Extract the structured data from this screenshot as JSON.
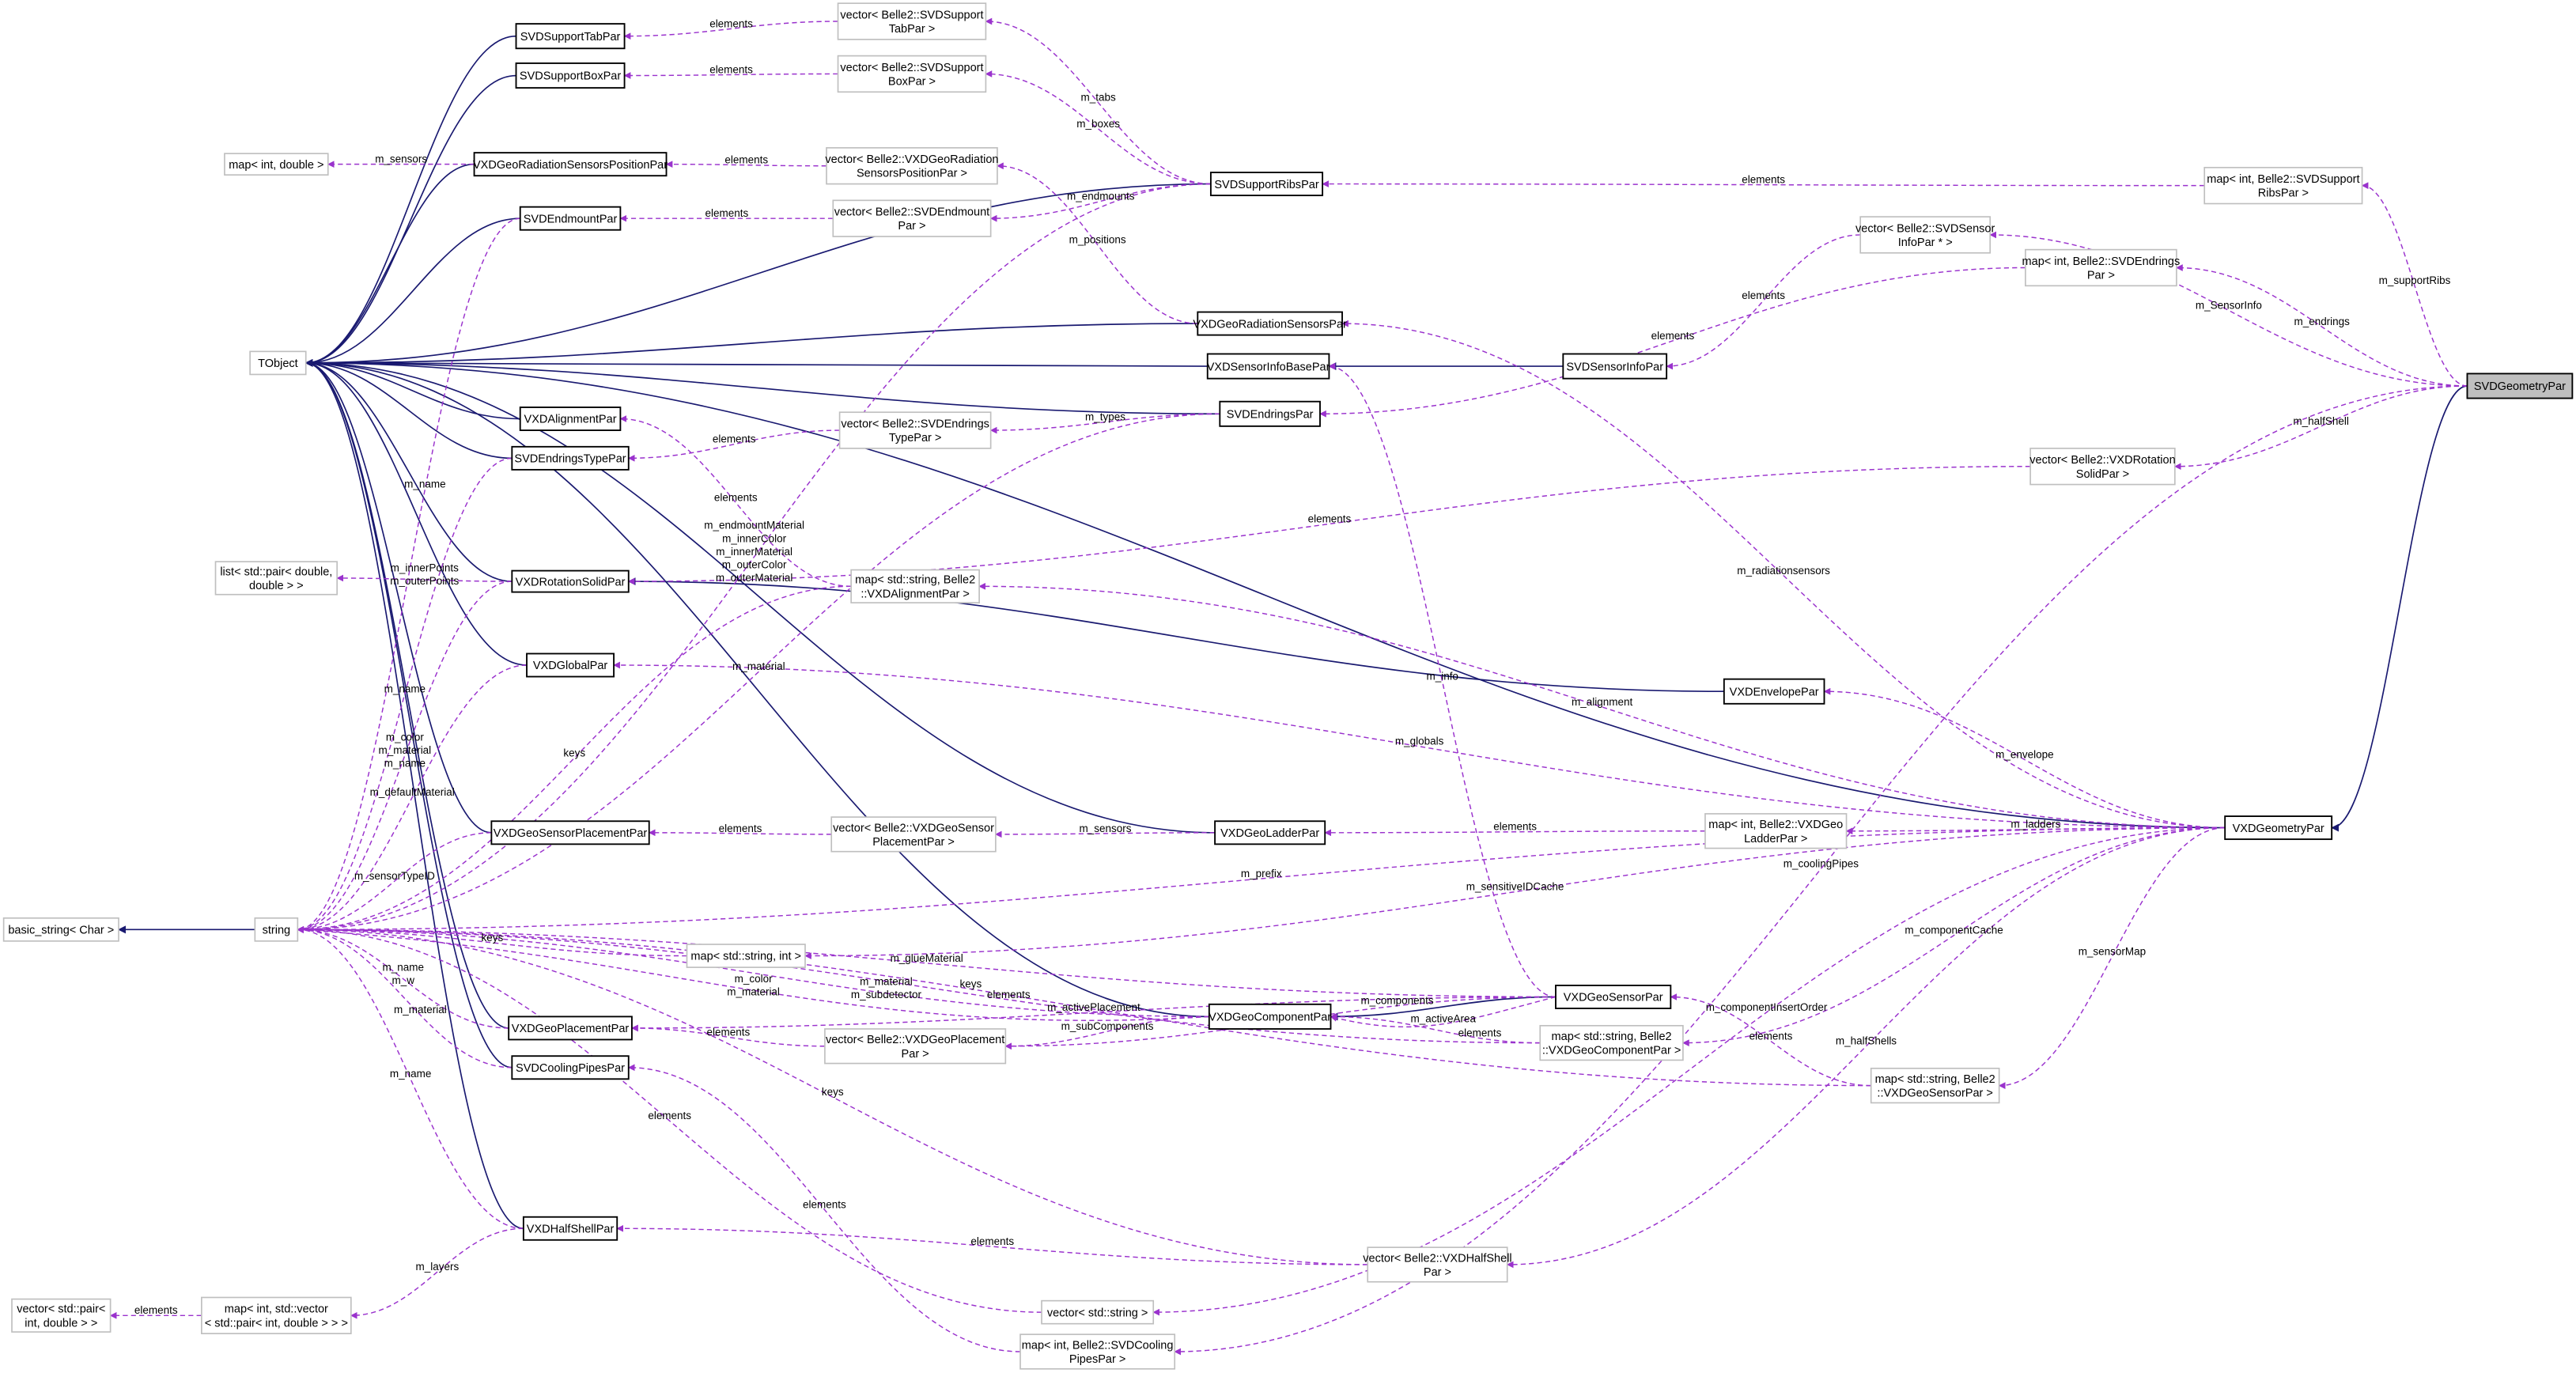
{
  "title": "SVDGeometryPar collaboration diagram",
  "colors": {
    "inheritance": "#191970",
    "usage": "#9a32cd",
    "focus_fill": "#bfbfbf"
  },
  "nodes": [
    {
      "id": "tabPar",
      "label": [
        "SVDSupportTabPar"
      ],
      "kind": "class"
    },
    {
      "id": "vecTab",
      "label": [
        "vector< Belle2::SVDSupport",
        "TabPar >"
      ],
      "kind": "template"
    },
    {
      "id": "boxPar",
      "label": [
        "SVDSupportBoxPar"
      ],
      "kind": "class"
    },
    {
      "id": "vecBox",
      "label": [
        "vector< Belle2::SVDSupport",
        "BoxPar >"
      ],
      "kind": "template"
    },
    {
      "id": "mapIntDouble",
      "label": [
        "map< int, double >"
      ],
      "kind": "template"
    },
    {
      "id": "radPos",
      "label": [
        "VXDGeoRadiationSensorsPositionPar"
      ],
      "kind": "class"
    },
    {
      "id": "vecRadPos",
      "label": [
        "vector< Belle2::VXDGeoRadiation",
        "SensorsPositionPar >"
      ],
      "kind": "template"
    },
    {
      "id": "endmount",
      "label": [
        "SVDEndmountPar"
      ],
      "kind": "class"
    },
    {
      "id": "vecEndmount",
      "label": [
        "vector< Belle2::SVDEndmount",
        "Par >"
      ],
      "kind": "template"
    },
    {
      "id": "ribs",
      "label": [
        "SVDSupportRibsPar"
      ],
      "kind": "class"
    },
    {
      "id": "mapRibs",
      "label": [
        "map< int, Belle2::SVDSupport",
        "RibsPar >"
      ],
      "kind": "template"
    },
    {
      "id": "vecSensorInfo",
      "label": [
        "vector< Belle2::SVDSensor",
        "InfoPar * >"
      ],
      "kind": "template"
    },
    {
      "id": "mapEndrings",
      "label": [
        "map< int, Belle2::SVDEndrings",
        "Par >"
      ],
      "kind": "template"
    },
    {
      "id": "svdGeo",
      "label": [
        "SVDGeometryPar"
      ],
      "kind": "focus"
    },
    {
      "id": "tobject",
      "label": [
        "TObject"
      ],
      "kind": "template"
    },
    {
      "id": "radSensors",
      "label": [
        "VXDGeoRadiationSensorsPar"
      ],
      "kind": "class"
    },
    {
      "id": "sensorInfoBase",
      "label": [
        "VXDSensorInfoBasePar"
      ],
      "kind": "class"
    },
    {
      "id": "svdSensorInfo",
      "label": [
        "SVDSensorInfoPar"
      ],
      "kind": "class"
    },
    {
      "id": "alignment",
      "label": [
        "VXDAlignmentPar"
      ],
      "kind": "class"
    },
    {
      "id": "endrings",
      "label": [
        "SVDEndringsPar"
      ],
      "kind": "class"
    },
    {
      "id": "vecEndringsType",
      "label": [
        "vector< Belle2::SVDEndrings",
        "TypePar >"
      ],
      "kind": "template"
    },
    {
      "id": "endringsType",
      "label": [
        "SVDEndringsTypePar"
      ],
      "kind": "class"
    },
    {
      "id": "vecRotation",
      "label": [
        "vector< Belle2::VXDRotation",
        "SolidPar >"
      ],
      "kind": "template"
    },
    {
      "id": "listPair",
      "label": [
        "list< std::pair< double,",
        "double > >"
      ],
      "kind": "template"
    },
    {
      "id": "rotation",
      "label": [
        "VXDRotationSolidPar"
      ],
      "kind": "class"
    },
    {
      "id": "mapAlign",
      "label": [
        "map< std::string, Belle2",
        "::VXDAlignmentPar >"
      ],
      "kind": "template"
    },
    {
      "id": "global",
      "label": [
        "VXDGlobalPar"
      ],
      "kind": "class"
    },
    {
      "id": "envelope",
      "label": [
        "VXDEnvelopePar"
      ],
      "kind": "class"
    },
    {
      "id": "vxdGeo",
      "label": [
        "VXDGeometryPar"
      ],
      "kind": "class"
    },
    {
      "id": "sensorPlacement",
      "label": [
        "VXDGeoSensorPlacementPar"
      ],
      "kind": "class"
    },
    {
      "id": "vecSensorPlacement",
      "label": [
        "vector< Belle2::VXDGeoSensor",
        "PlacementPar >"
      ],
      "kind": "template"
    },
    {
      "id": "ladder",
      "label": [
        "VXDGeoLadderPar"
      ],
      "kind": "class"
    },
    {
      "id": "mapLadder",
      "label": [
        "map< int, Belle2::VXDGeo",
        "LadderPar >"
      ],
      "kind": "template"
    },
    {
      "id": "basicString",
      "label": [
        "basic_string< Char >"
      ],
      "kind": "template"
    },
    {
      "id": "string",
      "label": [
        "string"
      ],
      "kind": "template"
    },
    {
      "id": "mapStrInt",
      "label": [
        "map< std::string, int >"
      ],
      "kind": "template"
    },
    {
      "id": "geoSensor",
      "label": [
        "VXDGeoSensorPar"
      ],
      "kind": "class"
    },
    {
      "id": "component",
      "label": [
        "VXDGeoComponentPar"
      ],
      "kind": "class"
    },
    {
      "id": "placement",
      "label": [
        "VXDGeoPlacementPar"
      ],
      "kind": "class"
    },
    {
      "id": "vecPlacement",
      "label": [
        "vector< Belle2::VXDGeoPlacement",
        "Par >"
      ],
      "kind": "template"
    },
    {
      "id": "mapComponent",
      "label": [
        "map< std::string, Belle2",
        "::VXDGeoComponentPar >"
      ],
      "kind": "template"
    },
    {
      "id": "coolingPipes",
      "label": [
        "SVDCoolingPipesPar"
      ],
      "kind": "class"
    },
    {
      "id": "mapSensor",
      "label": [
        "map< std::string, Belle2",
        "::VXDGeoSensorPar >"
      ],
      "kind": "template"
    },
    {
      "id": "halfShell",
      "label": [
        "VXDHalfShellPar"
      ],
      "kind": "class"
    },
    {
      "id": "vecHalfShell",
      "label": [
        "vector< Belle2::VXDHalfShell",
        "Par >"
      ],
      "kind": "template"
    },
    {
      "id": "vecPairs",
      "label": [
        "vector< std::pair<",
        "int, double > >"
      ],
      "kind": "template"
    },
    {
      "id": "mapLayers",
      "label": [
        "map< int, std::vector",
        "< std::pair< int, double > > >"
      ],
      "kind": "template"
    },
    {
      "id": "vecString",
      "label": [
        "vector< std::string >"
      ],
      "kind": "template"
    },
    {
      "id": "mapCooling",
      "label": [
        "map< int, Belle2::SVDCooling",
        "PipesPar >"
      ],
      "kind": "template"
    }
  ],
  "edges": [
    {
      "from": "tabPar",
      "to": "tobject",
      "type": "inherit",
      "label": []
    },
    {
      "from": "boxPar",
      "to": "tobject",
      "type": "inherit",
      "label": []
    },
    {
      "from": "radPos",
      "to": "tobject",
      "type": "inherit",
      "label": []
    },
    {
      "from": "endmount",
      "to": "tobject",
      "type": "inherit",
      "label": []
    },
    {
      "from": "ribs",
      "to": "tobject",
      "type": "inherit",
      "label": []
    },
    {
      "from": "radSensors",
      "to": "tobject",
      "type": "inherit",
      "label": []
    },
    {
      "from": "sensorInfoBase",
      "to": "tobject",
      "type": "inherit",
      "label": []
    },
    {
      "from": "endrings",
      "to": "tobject",
      "type": "inherit",
      "label": []
    },
    {
      "from": "alignment",
      "to": "tobject",
      "type": "inherit",
      "label": []
    },
    {
      "from": "endringsType",
      "to": "tobject",
      "type": "inherit",
      "label": []
    },
    {
      "from": "rotation",
      "to": "tobject",
      "type": "inherit",
      "label": []
    },
    {
      "from": "global",
      "to": "tobject",
      "type": "inherit",
      "label": []
    },
    {
      "from": "vxdGeo",
      "to": "tobject",
      "type": "inherit",
      "label": []
    },
    {
      "from": "sensorPlacement",
      "to": "tobject",
      "type": "inherit",
      "label": []
    },
    {
      "from": "placement",
      "to": "tobject",
      "type": "inherit",
      "label": []
    },
    {
      "from": "coolingPipes",
      "to": "tobject",
      "type": "inherit",
      "label": []
    },
    {
      "from": "halfShell",
      "to": "tobject",
      "type": "inherit",
      "label": []
    },
    {
      "from": "component",
      "to": "tobject",
      "type": "inherit",
      "label": []
    },
    {
      "from": "ladder",
      "to": "tobject",
      "type": "inherit",
      "label": []
    },
    {
      "from": "envelope",
      "to": "rotation",
      "type": "inherit",
      "label": []
    },
    {
      "from": "svdSensorInfo",
      "to": "sensorInfoBase",
      "type": "inherit",
      "label": []
    },
    {
      "from": "geoSensor",
      "to": "component",
      "type": "inherit",
      "label": []
    },
    {
      "from": "svdGeo",
      "to": "vxdGeo",
      "type": "inherit",
      "label": []
    },
    {
      "from": "string",
      "to": "basicString",
      "type": "inherit",
      "label": []
    },
    {
      "from": "vecTab",
      "to": "tabPar",
      "type": "usage",
      "label": [
        "elements"
      ]
    },
    {
      "from": "ribs",
      "to": "vecTab",
      "type": "usage",
      "label": [
        "m_tabs"
      ]
    },
    {
      "from": "vecBox",
      "to": "boxPar",
      "type": "usage",
      "label": [
        "elements"
      ]
    },
    {
      "from": "ribs",
      "to": "vecBox",
      "type": "usage",
      "label": [
        "m_boxes"
      ]
    },
    {
      "from": "radPos",
      "to": "mapIntDouble",
      "type": "usage",
      "label": [
        "m_sensors"
      ]
    },
    {
      "from": "vecRadPos",
      "to": "radPos",
      "type": "usage",
      "label": [
        "elements"
      ]
    },
    {
      "from": "radSensors",
      "to": "vecRadPos",
      "type": "usage",
      "label": [
        "m_positions"
      ]
    },
    {
      "from": "vecEndmount",
      "to": "endmount",
      "type": "usage",
      "label": [
        "elements"
      ]
    },
    {
      "from": "ribs",
      "to": "vecEndmount",
      "type": "usage",
      "label": [
        "m_endmounts"
      ]
    },
    {
      "from": "mapRibs",
      "to": "ribs",
      "type": "usage",
      "label": [
        "elements"
      ]
    },
    {
      "from": "svdGeo",
      "to": "mapRibs",
      "type": "usage",
      "label": [
        "m_supportRibs"
      ]
    },
    {
      "from": "svdGeo",
      "to": "vecSensorInfo",
      "type": "usage",
      "label": [
        "m_SensorInfo"
      ]
    },
    {
      "from": "vecSensorInfo",
      "to": "svdSensorInfo",
      "type": "usage",
      "label": [
        "elements"
      ]
    },
    {
      "from": "svdGeo",
      "to": "mapEndrings",
      "type": "usage",
      "label": [
        "m_endrings"
      ]
    },
    {
      "from": "mapEndrings",
      "to": "endrings",
      "type": "usage",
      "label": [
        "elements"
      ]
    },
    {
      "from": "svdGeo",
      "to": "vecRotation",
      "type": "usage",
      "label": [
        "m_halfShell"
      ]
    },
    {
      "from": "vecRotation",
      "to": "rotation",
      "type": "usage",
      "label": [
        "elements"
      ]
    },
    {
      "from": "vxdGeo",
      "to": "radSensors",
      "type": "usage",
      "label": [
        "m_radiationsensors"
      ]
    },
    {
      "from": "endrings",
      "to": "vecEndringsType",
      "type": "usage",
      "label": [
        "m_types"
      ]
    },
    {
      "from": "vecEndringsType",
      "to": "endringsType",
      "type": "usage",
      "label": [
        "elements"
      ]
    },
    {
      "from": "mapAlign",
      "to": "alignment",
      "type": "usage",
      "label": [
        "elements"
      ]
    },
    {
      "from": "vxdGeo",
      "to": "mapAlign",
      "type": "usage",
      "label": [
        "m_alignment"
      ]
    },
    {
      "from": "geoSensor",
      "to": "sensorInfoBase",
      "type": "usage",
      "label": [
        "m_info"
      ]
    },
    {
      "from": "rotation",
      "to": "listPair",
      "type": "usage",
      "label": [
        "m_innerPoints",
        "m_outerPoints"
      ]
    },
    {
      "from": "endmount",
      "to": "string",
      "type": "usage",
      "label": [
        "m_name"
      ]
    },
    {
      "from": "endringsType",
      "to": "string",
      "type": "usage",
      "label": [
        "m_name"
      ]
    },
    {
      "from": "rotation",
      "to": "string",
      "type": "usage",
      "label": [
        "m_color",
        "m_material",
        "m_name"
      ]
    },
    {
      "from": "global",
      "to": "string",
      "type": "usage",
      "label": [
        "m_defaultMaterial"
      ]
    },
    {
      "from": "mapAlign",
      "to": "string",
      "type": "usage",
      "label": [
        "keys"
      ]
    },
    {
      "from": "ribs",
      "to": "string",
      "type": "usage",
      "label": [
        "m_endmountMaterial",
        "m_innerColor",
        "m_innerMaterial",
        "m_outerColor",
        "m_outerMaterial"
      ]
    },
    {
      "from": "endrings",
      "to": "string",
      "type": "usage",
      "label": [
        "m_material"
      ]
    },
    {
      "from": "sensorPlacement",
      "to": "string",
      "type": "usage",
      "label": [
        "m_sensorTypeID"
      ]
    },
    {
      "from": "component",
      "to": "string",
      "type": "usage",
      "label": [
        "m_material",
        "m_subdetector"
      ]
    },
    {
      "from": "vxdGeo",
      "to": "string",
      "type": "usage",
      "label": [
        "m_prefix"
      ]
    },
    {
      "from": "vxdGeo",
      "to": "mapStrInt",
      "type": "usage",
      "label": [
        "m_sensitiveIDCache"
      ]
    },
    {
      "from": "mapStrInt",
      "to": "string",
      "type": "usage",
      "label": [
        "keys"
      ]
    },
    {
      "from": "vecSensorPlacement",
      "to": "sensorPlacement",
      "type": "usage",
      "label": [
        "elements"
      ]
    },
    {
      "from": "ladder",
      "to": "vecSensorPlacement",
      "type": "usage",
      "label": [
        "m_sensors"
      ]
    },
    {
      "from": "mapLadder",
      "to": "ladder",
      "type": "usage",
      "label": [
        "elements"
      ]
    },
    {
      "from": "vxdGeo",
      "to": "mapLadder",
      "type": "usage",
      "label": [
        "m_ladders"
      ]
    },
    {
      "from": "vxdGeo",
      "to": "envelope",
      "type": "usage",
      "label": [
        "m_envelope"
      ]
    },
    {
      "from": "vxdGeo",
      "to": "global",
      "type": "usage",
      "label": [
        "m_globals"
      ]
    },
    {
      "from": "geoSensor",
      "to": "component",
      "type": "usage",
      "label": [
        "m_activeArea"
      ]
    },
    {
      "from": "vecPlacement",
      "to": "placement",
      "type": "usage",
      "label": [
        "elements"
      ]
    },
    {
      "from": "component",
      "to": "vecPlacement",
      "type": "usage",
      "label": [
        "m_subComponents"
      ]
    },
    {
      "from": "geoSensor",
      "to": "vecPlacement",
      "type": "usage",
      "label": [
        "m_components"
      ]
    },
    {
      "from": "geoSensor",
      "to": "placement",
      "type": "usage",
      "label": [
        "m_activePlacement"
      ]
    },
    {
      "from": "mapComponent",
      "to": "component",
      "type": "usage",
      "label": [
        "elements"
      ]
    },
    {
      "from": "vxdGeo",
      "to": "mapComponent",
      "type": "usage",
      "label": [
        "m_componentCache"
      ]
    },
    {
      "from": "mapSensor",
      "to": "geoSensor",
      "type": "usage",
      "label": [
        "elements"
      ]
    },
    {
      "from": "vxdGeo",
      "to": "mapSensor",
      "type": "usage",
      "label": [
        "m_sensorMap"
      ]
    },
    {
      "from": "geoSensor",
      "to": "string",
      "type": "usage",
      "label": [
        "m_glueMaterial"
      ]
    },
    {
      "from": "placement",
      "to": "string",
      "type": "usage",
      "label": [
        "m_name",
        "m_w"
      ]
    },
    {
      "from": "coolingPipes",
      "to": "string",
      "type": "usage",
      "label": [
        "m_material"
      ]
    },
    {
      "from": "component",
      "to": "string",
      "type": "usage",
      "label": [
        "m_color",
        "m_material"
      ]
    },
    {
      "from": "mapComponent",
      "to": "string",
      "type": "usage",
      "label": [
        "elements"
      ]
    },
    {
      "from": "mapSensor",
      "to": "string",
      "type": "usage",
      "label": [
        "keys"
      ]
    },
    {
      "from": "vecString",
      "to": "string",
      "type": "usage",
      "label": [
        "elements"
      ]
    },
    {
      "from": "vecHalfShell",
      "to": "string",
      "type": "usage",
      "label": [
        "keys"
      ]
    },
    {
      "from": "vecHalfShell",
      "to": "halfShell",
      "type": "usage",
      "label": [
        "elements"
      ]
    },
    {
      "from": "halfShell",
      "to": "string",
      "type": "usage",
      "label": [
        "m_name"
      ]
    },
    {
      "from": "halfShell",
      "to": "mapLayers",
      "type": "usage",
      "label": [
        "m_layers"
      ]
    },
    {
      "from": "mapLayers",
      "to": "vecPairs",
      "type": "usage",
      "label": [
        "elements"
      ]
    },
    {
      "from": "vxdGeo",
      "to": "vecHalfShell",
      "type": "usage",
      "label": [
        "m_halfShells"
      ]
    },
    {
      "from": "vxdGeo",
      "to": "vecString",
      "type": "usage",
      "label": [
        "m_componentInsertOrder"
      ]
    },
    {
      "from": "svdGeo",
      "to": "mapCooling",
      "type": "usage",
      "label": [
        "m_coolingPipes"
      ]
    },
    {
      "from": "mapCooling",
      "to": "coolingPipes",
      "type": "usage",
      "label": [
        "elements"
      ]
    }
  ]
}
